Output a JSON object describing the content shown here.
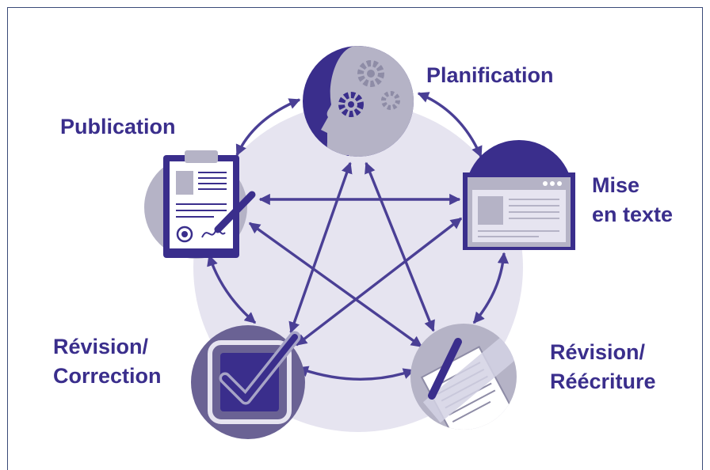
{
  "labels": {
    "planification": "Planification",
    "publication": "Publication",
    "mise_en_texte": [
      "Mise",
      "en texte"
    ],
    "revision_correction": [
      "Révision/",
      "Correction"
    ],
    "revision_reecriture": [
      "Révision/",
      "Réécriture"
    ]
  },
  "colors": {
    "primary": "#3a2e8c",
    "light_circle": "#e6e4f0",
    "node_gray": "#b5b3c6",
    "arrow": "#4a3f95"
  },
  "icons": {
    "planification": "head-gears-icon",
    "publication": "clipboard-signed-document-icon",
    "mise_en_texte": "browser-window-icon",
    "revision_correction": "checkbox-check-icon",
    "revision_reecriture": "pencil-document-icon"
  }
}
